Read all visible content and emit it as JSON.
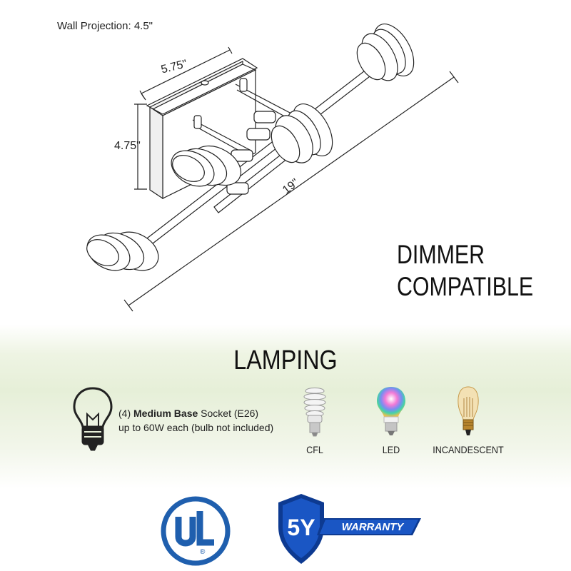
{
  "dimensions": {
    "wall_projection": "Wall Projection: 4.5\"",
    "width": "5.75\"",
    "height": "4.75\"",
    "length": "19\""
  },
  "feature": {
    "line1": "DIMMER",
    "line2": "COMPATIBLE"
  },
  "lamping": {
    "title": "LAMPING",
    "socket_count": "(4)",
    "socket_bold": "Medium Base",
    "socket_rest": "Socket (E26)",
    "socket_line2": "up to 60W each (bulb not included)",
    "bulbs": [
      {
        "label": "CFL",
        "icon": "cfl-bulb-icon"
      },
      {
        "label": "LED",
        "icon": "led-bulb-icon"
      },
      {
        "label": "INCANDESCENT",
        "icon": "incandescent-bulb-icon"
      }
    ]
  },
  "badges": {
    "ul_text": "UL",
    "ul_registered": "®",
    "warranty_years": "5Y",
    "warranty_label": "WARRANTY"
  },
  "colors": {
    "ul_blue": "#1f5fae",
    "warranty_blue": "#1a56c4",
    "warranty_dark": "#0d3a91",
    "band_green": "#e6efd8"
  }
}
